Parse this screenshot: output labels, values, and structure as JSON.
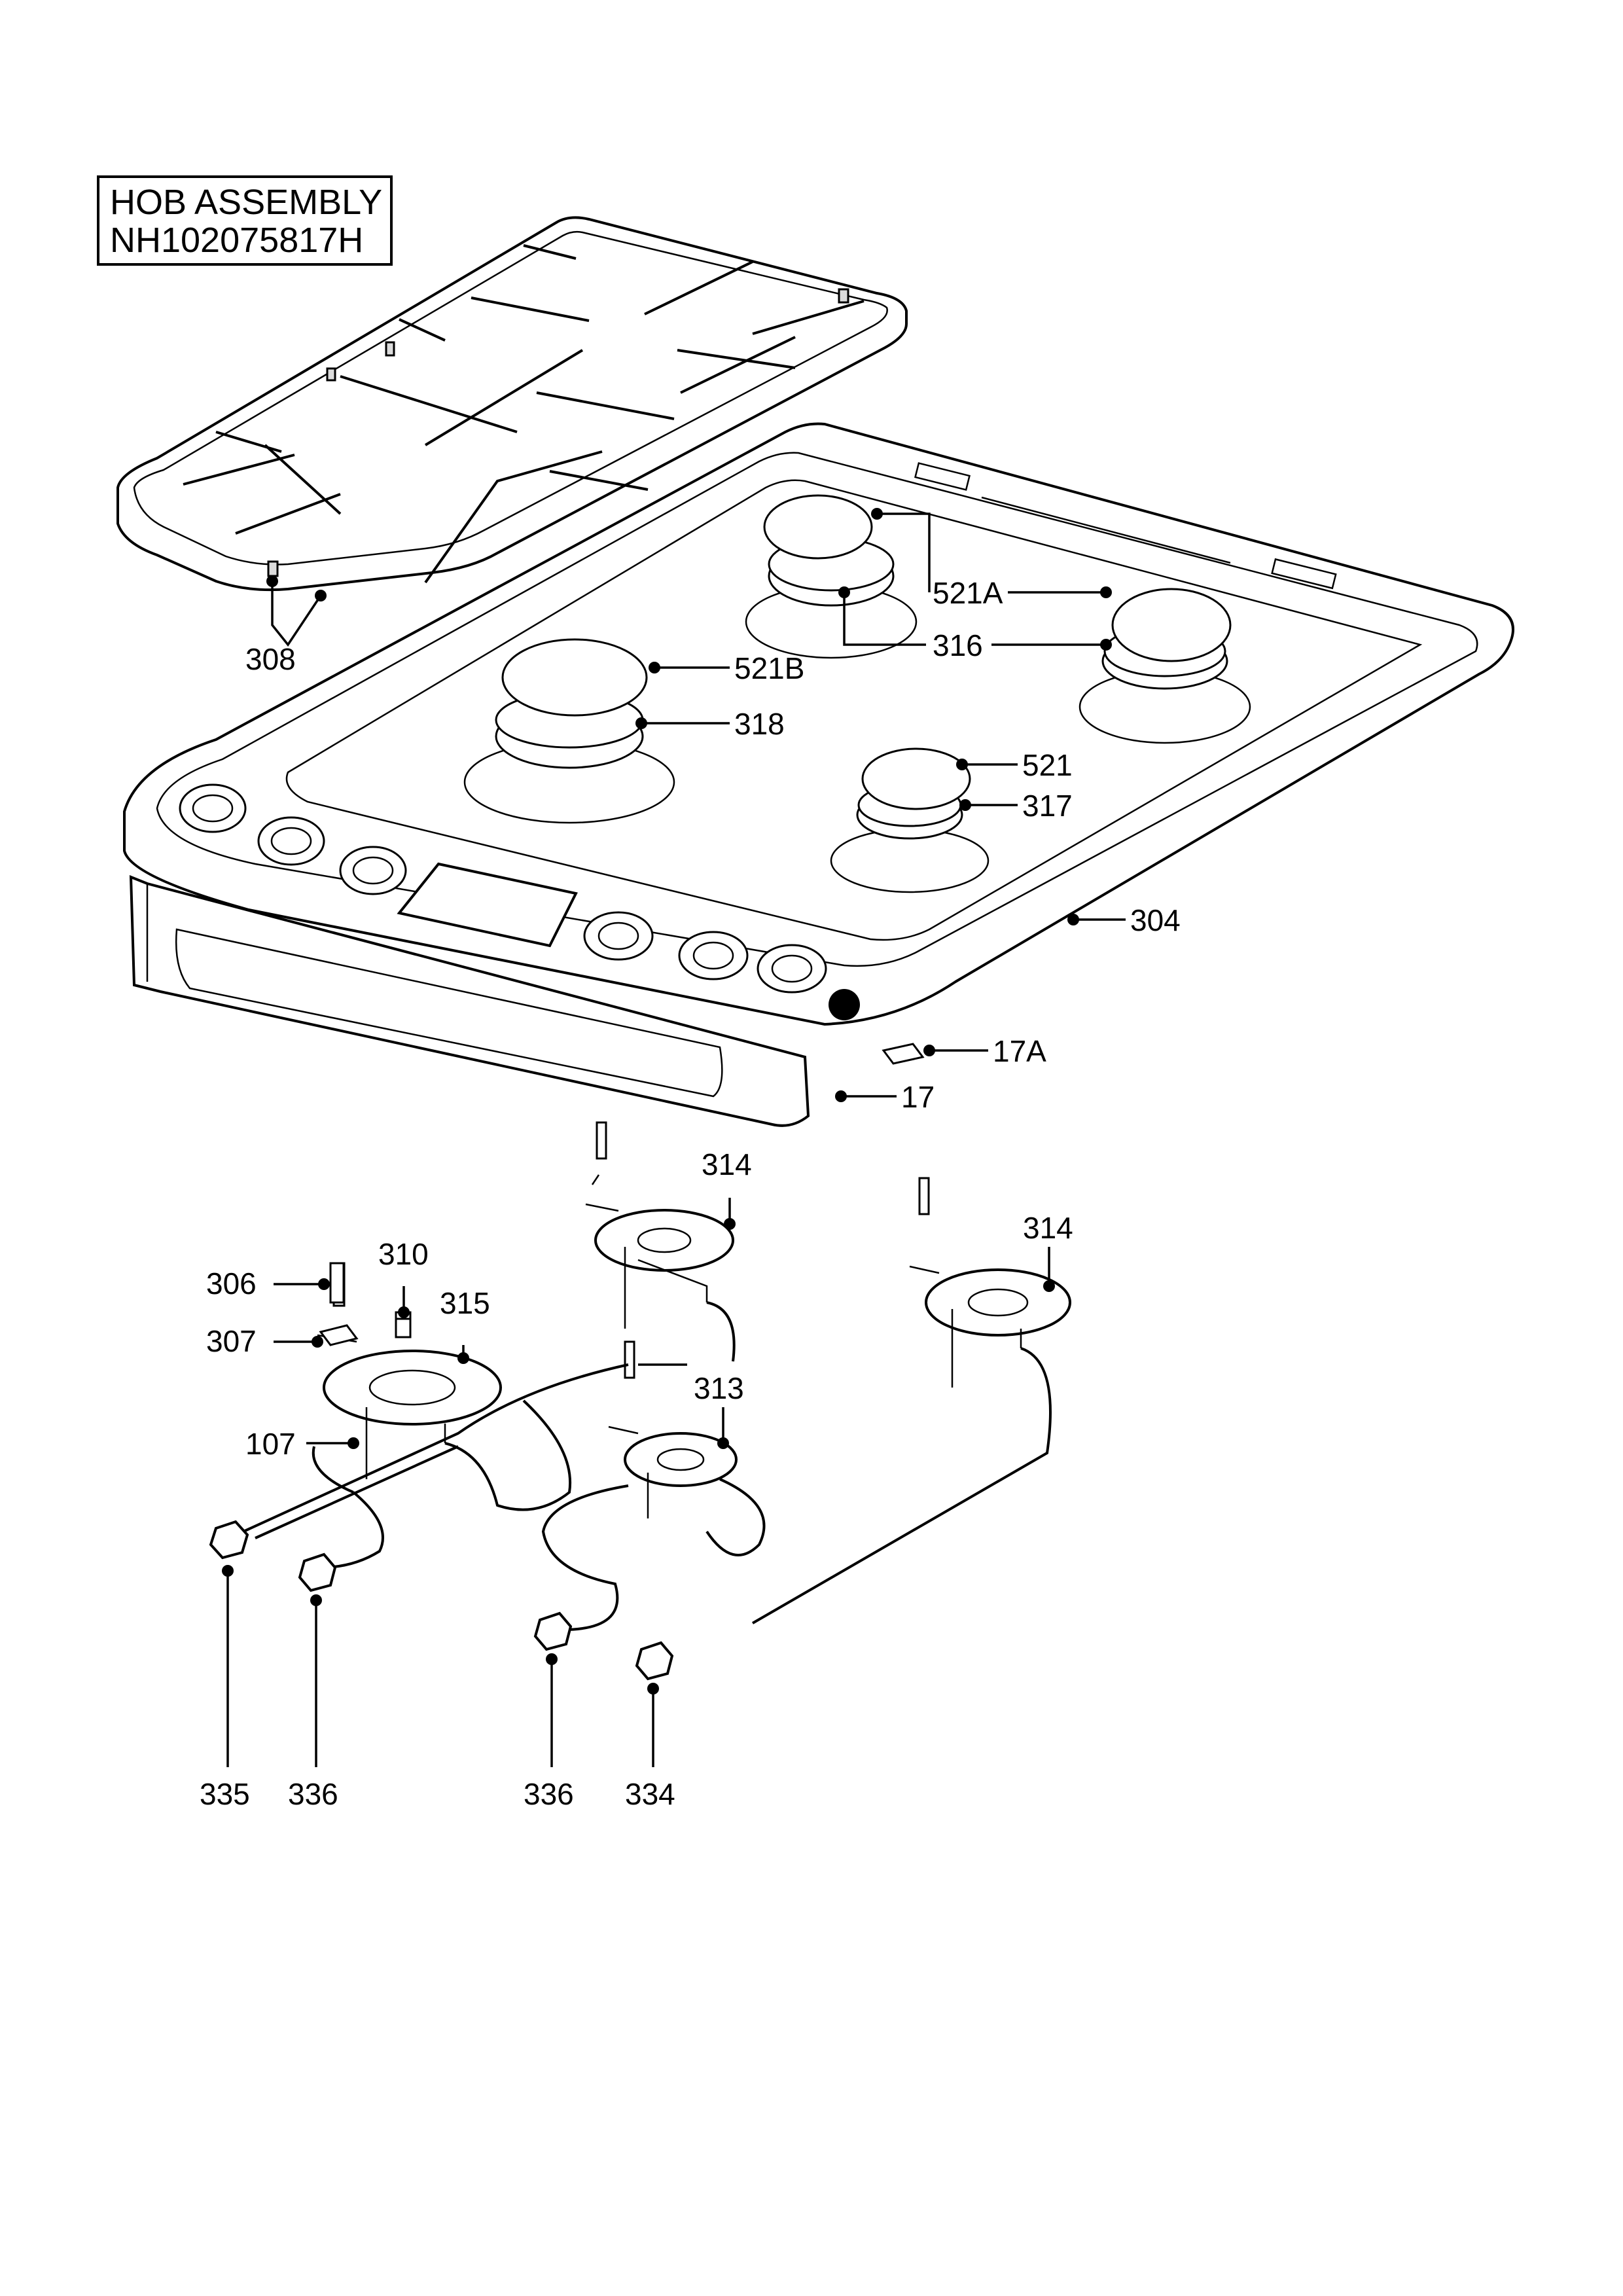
{
  "title": {
    "line1": "HOB ASSEMBLY",
    "line2": "NH102075817H"
  },
  "callouts": {
    "c308": "308",
    "c521A": "521A",
    "c316": "316",
    "c521B": "521B",
    "c318": "318",
    "c521": "521",
    "c317": "317",
    "c304": "304",
    "c17A": "17A",
    "c17": "17",
    "c314a": "314",
    "c314b": "314",
    "c306": "306",
    "c310": "310",
    "c315": "315",
    "c307": "307",
    "c313": "313",
    "c107": "107",
    "c335": "335",
    "c336a": "336",
    "c336b": "336",
    "c334": "334"
  },
  "parts": {
    "grid": "pan-support",
    "hob_top": "hob-top-panel",
    "front_trim": "front-trim",
    "burners": [
      "burner-cap",
      "burner-crown",
      "burner-body",
      "injector",
      "gas-pipe",
      "pipe-nut",
      "thermocouple",
      "clip"
    ]
  }
}
